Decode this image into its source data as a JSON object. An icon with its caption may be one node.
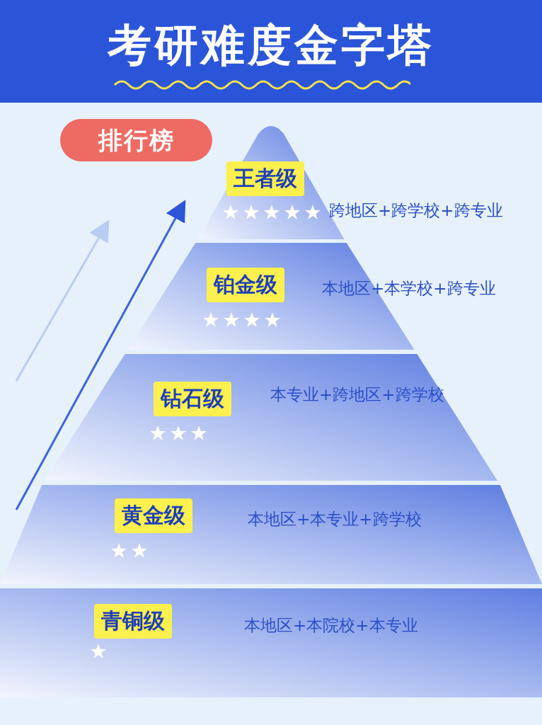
{
  "diagram": {
    "title": "考研难度金字塔",
    "nodes": [
      {
        "text": [
          "排行榜"
        ]
      },
      {
        "text": [
          "王者级",
          "跨地区+跨学校+跨专业"
        ]
      },
      {
        "text": [
          "铂金级",
          "本地区+本学校+跨专业"
        ]
      },
      {
        "text": [
          "钻石级",
          "本专业+跨地区+跨学校"
        ]
      },
      {
        "text": [
          "黄金级",
          "本地区+本专业+跨学校"
        ]
      },
      {
        "text": [
          "青铜级",
          "本地区+本院校+本专业"
        ]
      }
    ],
    "edges": []
  }
}
